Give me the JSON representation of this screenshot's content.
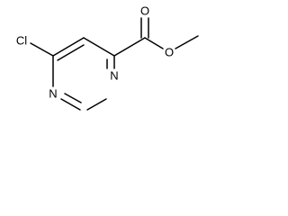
{
  "molecule": {
    "atoms": {
      "chlorine": "Cl",
      "ring_nitrogen_bottom": "N",
      "ring_nitrogen_right": "N",
      "carbonyl_oxygen": "O",
      "ester_oxygen": "O"
    },
    "colors": {
      "bond": "#000000",
      "label": "#000000",
      "background": "#ffffff"
    }
  }
}
